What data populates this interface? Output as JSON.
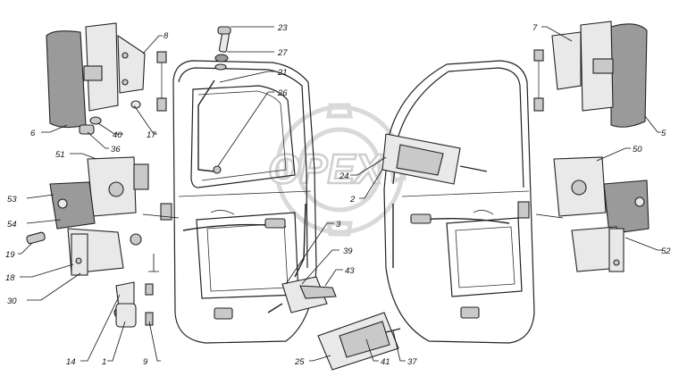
{
  "watermark": {
    "text": "OPEX"
  },
  "callouts": [
    {
      "id": "c23",
      "text": "23"
    },
    {
      "id": "c27",
      "text": "27"
    },
    {
      "id": "c21",
      "text": "21"
    },
    {
      "id": "c26",
      "text": "26"
    },
    {
      "id": "c8",
      "text": "8"
    },
    {
      "id": "c6",
      "text": "6"
    },
    {
      "id": "c40",
      "text": "40"
    },
    {
      "id": "c17",
      "text": "17"
    },
    {
      "id": "c36",
      "text": "36"
    },
    {
      "id": "c51",
      "text": "51"
    },
    {
      "id": "c53",
      "text": "53"
    },
    {
      "id": "c54",
      "text": "54"
    },
    {
      "id": "c19",
      "text": "19"
    },
    {
      "id": "c18",
      "text": "18"
    },
    {
      "id": "c30",
      "text": "30"
    },
    {
      "id": "c14",
      "text": "14"
    },
    {
      "id": "c1",
      "text": "1"
    },
    {
      "id": "c9",
      "text": "9"
    },
    {
      "id": "c24",
      "text": "24"
    },
    {
      "id": "c2",
      "text": "2"
    },
    {
      "id": "c3",
      "text": "3"
    },
    {
      "id": "c39",
      "text": "39"
    },
    {
      "id": "c43",
      "text": "43"
    },
    {
      "id": "c25",
      "text": "25"
    },
    {
      "id": "c41",
      "text": "41"
    },
    {
      "id": "c37",
      "text": "37"
    },
    {
      "id": "c7",
      "text": "7"
    },
    {
      "id": "c5",
      "text": "5"
    },
    {
      "id": "c50",
      "text": "50"
    },
    {
      "id": "c52",
      "text": "52"
    }
  ]
}
